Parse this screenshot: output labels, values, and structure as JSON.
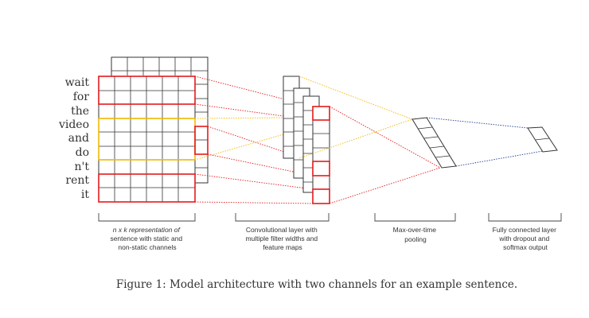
{
  "sentence": {
    "words": [
      "wait",
      "for",
      "the",
      "video",
      "and",
      "do",
      "n't",
      "rent",
      "it"
    ]
  },
  "stages": [
    {
      "lines": [
        "n x k representation of",
        "sentence with static and",
        "non-static channels"
      ]
    },
    {
      "lines": [
        "Convolutional layer with",
        "multiple filter widths and",
        "feature maps"
      ]
    },
    {
      "lines": [
        "Max-over-time",
        "pooling"
      ]
    },
    {
      "lines": [
        "Fully connected layer",
        "with dropout and",
        "softmax output"
      ]
    }
  ],
  "caption": "Figure 1: Model architecture with two channels for an example sentence.",
  "colors": {
    "grid": "#333333",
    "red": "#e41a1c",
    "yellow": "#f2b705",
    "blue": "#1f3f8f"
  }
}
